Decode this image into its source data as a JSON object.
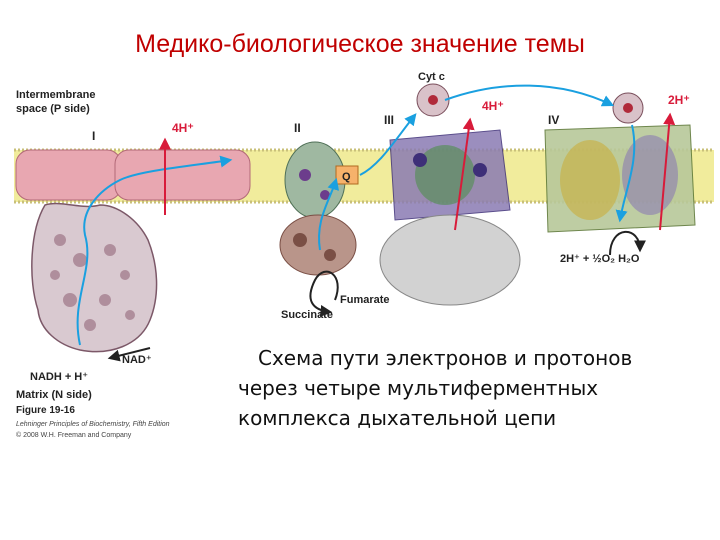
{
  "title": "Медико-биологическое значение темы",
  "figure": {
    "intermembrane_label_1": "Intermembrane",
    "intermembrane_label_2": "space (P side)",
    "matrix_label": "Matrix (N side)",
    "complex_I": "I",
    "complex_II": "II",
    "complex_III": "III",
    "complex_IV": "IV",
    "cyt_c": "Cyt c",
    "q": "Q",
    "proton_I": "4H⁺",
    "proton_III": "4H⁺",
    "proton_IV": "2H⁺",
    "oxygen_reaction": "2H⁺ + ½O₂   H₂O",
    "succinate": "Succinate",
    "fumarate": "Fumarate",
    "nad_plus": "NAD⁺",
    "nadh": "NADH + H⁺",
    "figure_number": "Figure 19-16",
    "book": "Lehninger Principles of Biochemistry, Fifth Edition",
    "copyright": "© 2008 W.H. Freeman and Company"
  },
  "caption": {
    "line1": "Схема пути электронов и протонов",
    "line2": "через четыре мультиферментных",
    "line3": "комплекса дыхательной цепи"
  },
  "colors": {
    "title": "#c00000",
    "proton_label": "#d81b3a",
    "membrane": "#f1ec9c",
    "electron_path": "#1aa0e0"
  }
}
